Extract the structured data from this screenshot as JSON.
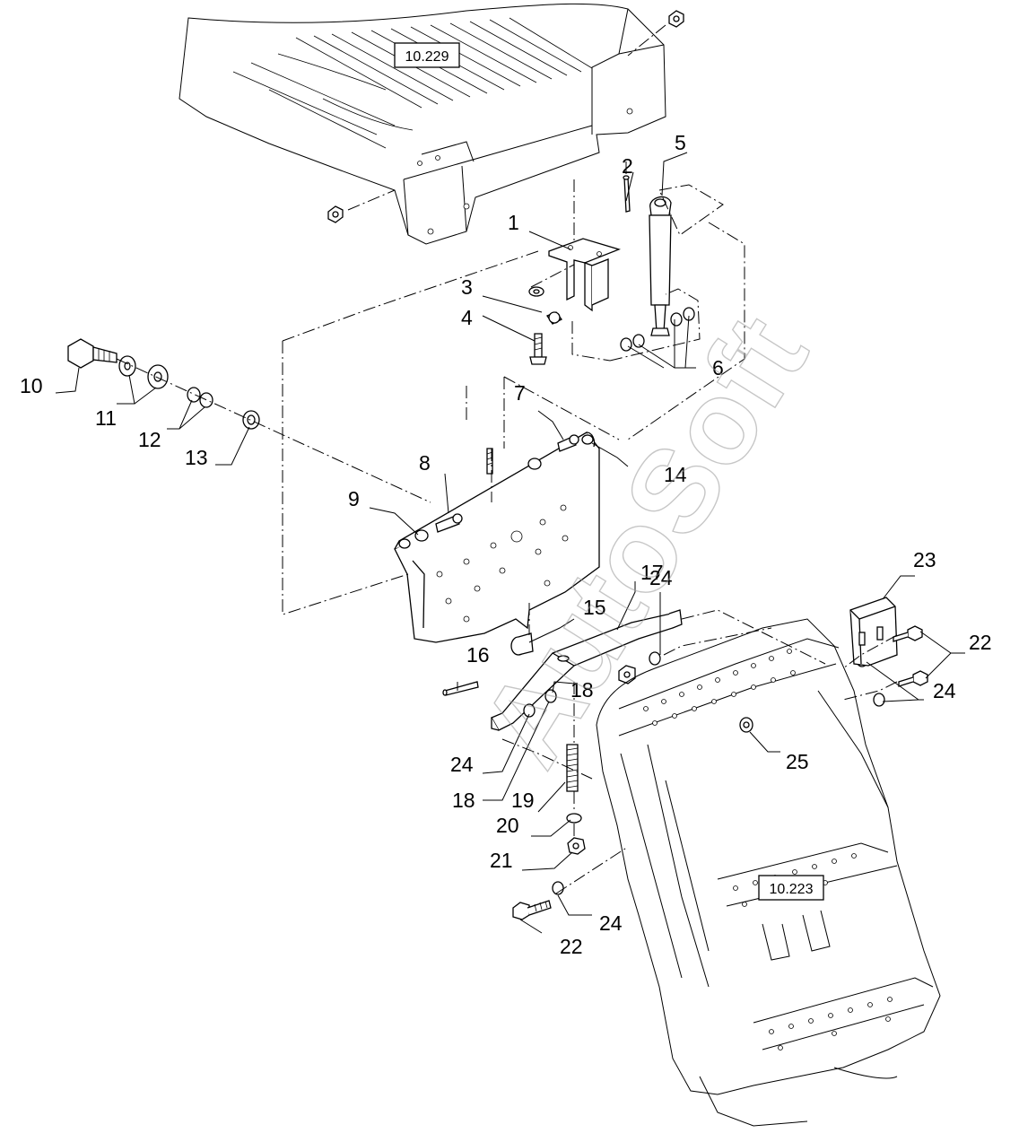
{
  "reference_boxes": [
    {
      "id": "ref-top",
      "text": "10.229"
    },
    {
      "id": "ref-bottom",
      "text": "10.223"
    }
  ],
  "callouts": [
    "1",
    "2",
    "3",
    "4",
    "5",
    "6",
    "7",
    "8",
    "9",
    "10",
    "11",
    "12",
    "13",
    "14",
    "15",
    "16",
    "17",
    "18",
    "19",
    "20",
    "21",
    "22",
    "23",
    "24",
    "25"
  ],
  "callout_repeats": {
    "18": 2,
    "22": 2,
    "24": 4
  },
  "watermark": "AutoSoft"
}
